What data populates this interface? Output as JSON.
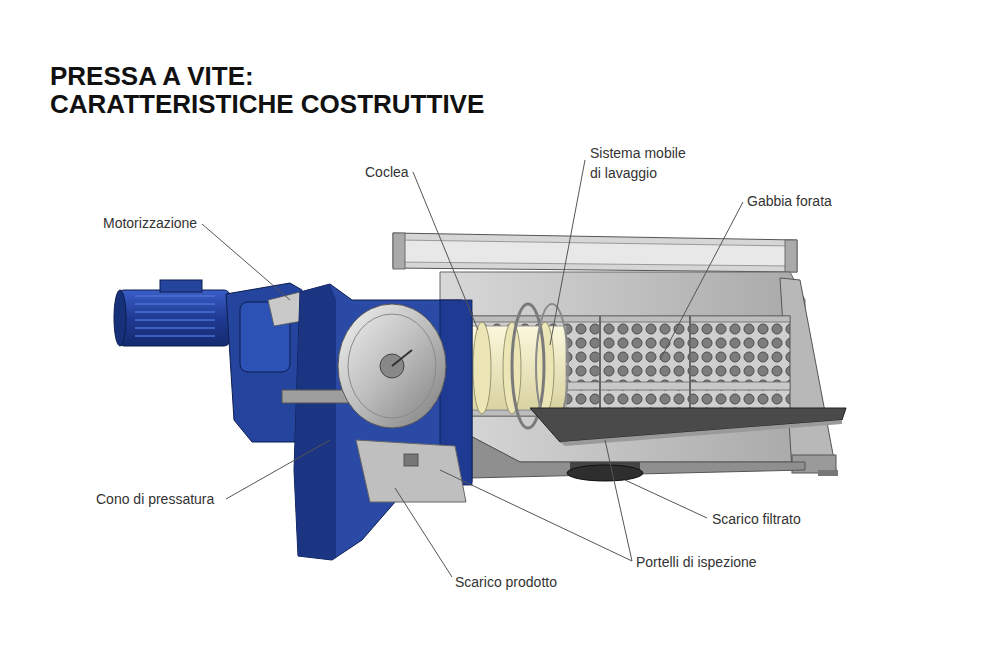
{
  "diagram": {
    "title": "PRESSA A VITE: CARATTERISTICHE COSTRUTTIVE",
    "labels": [
      "Coclea",
      "Sistema mobile di lavaggio",
      "Gabbia forata",
      "Motorizzazione",
      "Cono di pressatura",
      "Scarico filtrato",
      "Portelli di ispezione",
      "Scarico prodotto"
    ]
  }
}
